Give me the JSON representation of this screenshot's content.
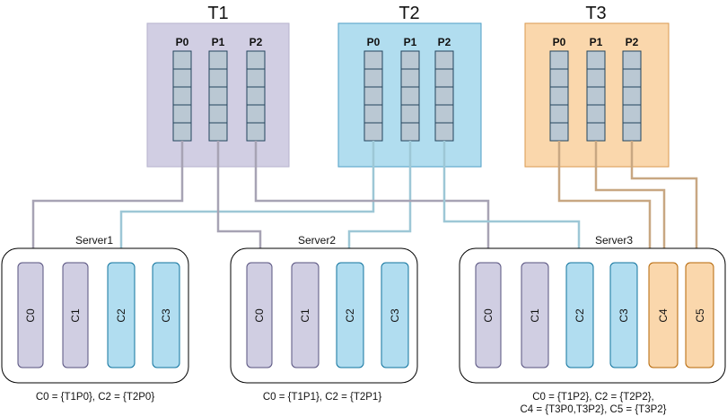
{
  "colors": {
    "t1_fill": "#d1cee3",
    "t1_stroke": "#b6b3ce",
    "t2_fill": "#b1ddef",
    "t2_stroke": "#4f9ec4",
    "t3_fill": "#fad7ac",
    "t3_stroke": "#d99a50",
    "partition_fill": "#bac8d3",
    "partition_stroke": "#23445d",
    "purple_consumer": "#d0cee2",
    "purple_consumer_stroke": "#56517e",
    "blue_consumer": "#b1ddf0",
    "blue_consumer_stroke": "#10739e",
    "orange_consumer": "#fad7ac",
    "orange_consumer_stroke": "#b46504",
    "arrow_purple": "#a7a3b4",
    "arrow_blue": "#9dc7d6",
    "arrow_orange": "#c8a782",
    "server_stroke": "#000000"
  },
  "topics": [
    {
      "name": "T1",
      "partitions": [
        "P0",
        "P1",
        "P2"
      ]
    },
    {
      "name": "T2",
      "partitions": [
        "P0",
        "P1",
        "P2"
      ]
    },
    {
      "name": "T3",
      "partitions": [
        "P0",
        "P1",
        "P2"
      ]
    }
  ],
  "servers": [
    {
      "name": "Server1",
      "consumers": [
        "C0",
        "C1",
        "C2",
        "C3"
      ],
      "assignment": [
        "C0 = {T1P0}, C2 = {T2P0}"
      ]
    },
    {
      "name": "Server2",
      "consumers": [
        "C0",
        "C1",
        "C2",
        "C3"
      ],
      "assignment": [
        "C0 = {T1P1}, C2 = {T2P1}"
      ]
    },
    {
      "name": "Server3",
      "consumers": [
        "C0",
        "C1",
        "C2",
        "C3",
        "C4",
        "C5"
      ],
      "assignment": [
        "C0 = {T1P2}, C2 = {T2P2},",
        "C4 = {T3P0,T3P2}, C5 = {T3P2}"
      ]
    }
  ]
}
